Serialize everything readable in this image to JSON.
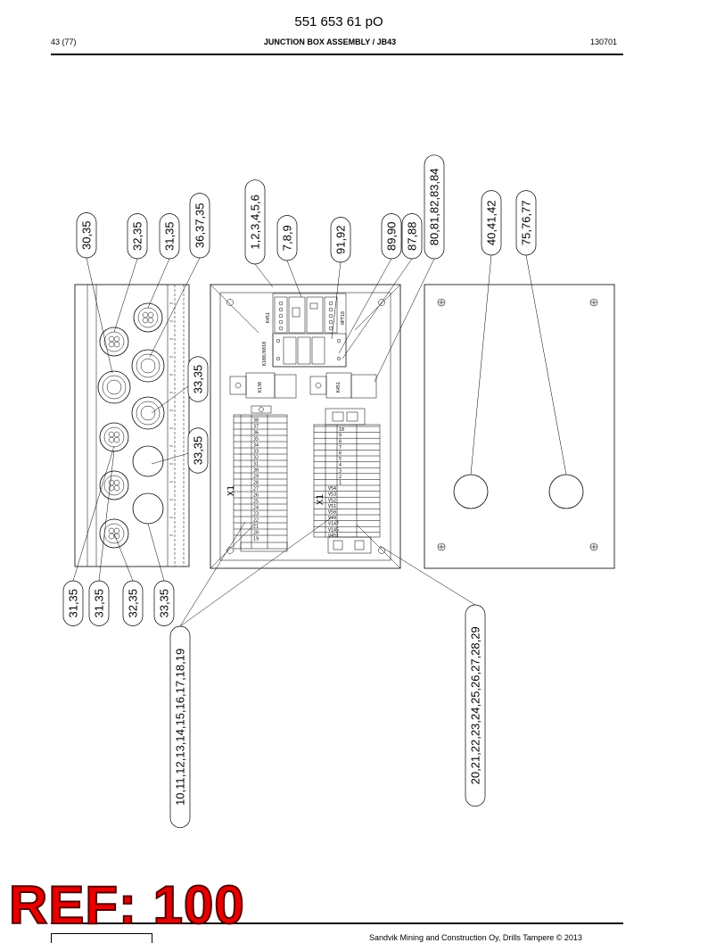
{
  "header": {
    "doc_number": "551 653 61 pO",
    "page_counter": "43 (77)",
    "section_title": "JUNCTION BOX ASSEMBLY / JB43",
    "doc_date": "130701"
  },
  "drawing": {
    "callouts_top": [
      "30,35",
      "32,35",
      "31,35",
      "36,37,35",
      "1,2,3,4,5,6",
      "7,8,9",
      "91,92",
      "89,90",
      "87,88",
      "80,81,82,83,84",
      "40,41,42",
      "75,76,77"
    ],
    "callouts_mid": [
      "33,35",
      "33,35"
    ],
    "callouts_bottom": [
      "31,35",
      "31,35",
      "32,35",
      "33,35",
      "10,11,12,13,14,15,16,17,18,19",
      "20,21,22,23,24,25,26,27,28,29"
    ],
    "component_tags": {
      "relay_top": "K451",
      "relay_left": "K108/K010",
      "relay_right": "OPT18",
      "relay_small_left": "K130",
      "relay_small_right": "K451",
      "terminal_left": "X1",
      "terminal_right": "X1"
    },
    "left_strip_numbers": [
      "38",
      "37",
      "36",
      "35",
      "34",
      "33",
      "32",
      "31",
      "30",
      "29",
      "28",
      "27",
      "26",
      "25",
      "24",
      "23",
      "22",
      "21",
      "20",
      "19"
    ],
    "right_strip_numbers": [
      "10",
      "9",
      "8",
      "7",
      "6",
      "5",
      "4",
      "3",
      "2",
      "1"
    ],
    "right_strip_labels": [
      "V54",
      "V53",
      "V52",
      "V51",
      "V50",
      "V49",
      "V147",
      "V145",
      "V451"
    ]
  },
  "footer": {
    "ref_stamp": "REF: 100",
    "copyright": "Sandvik Mining and Construction Oy, Drills Tampere © 2013"
  }
}
